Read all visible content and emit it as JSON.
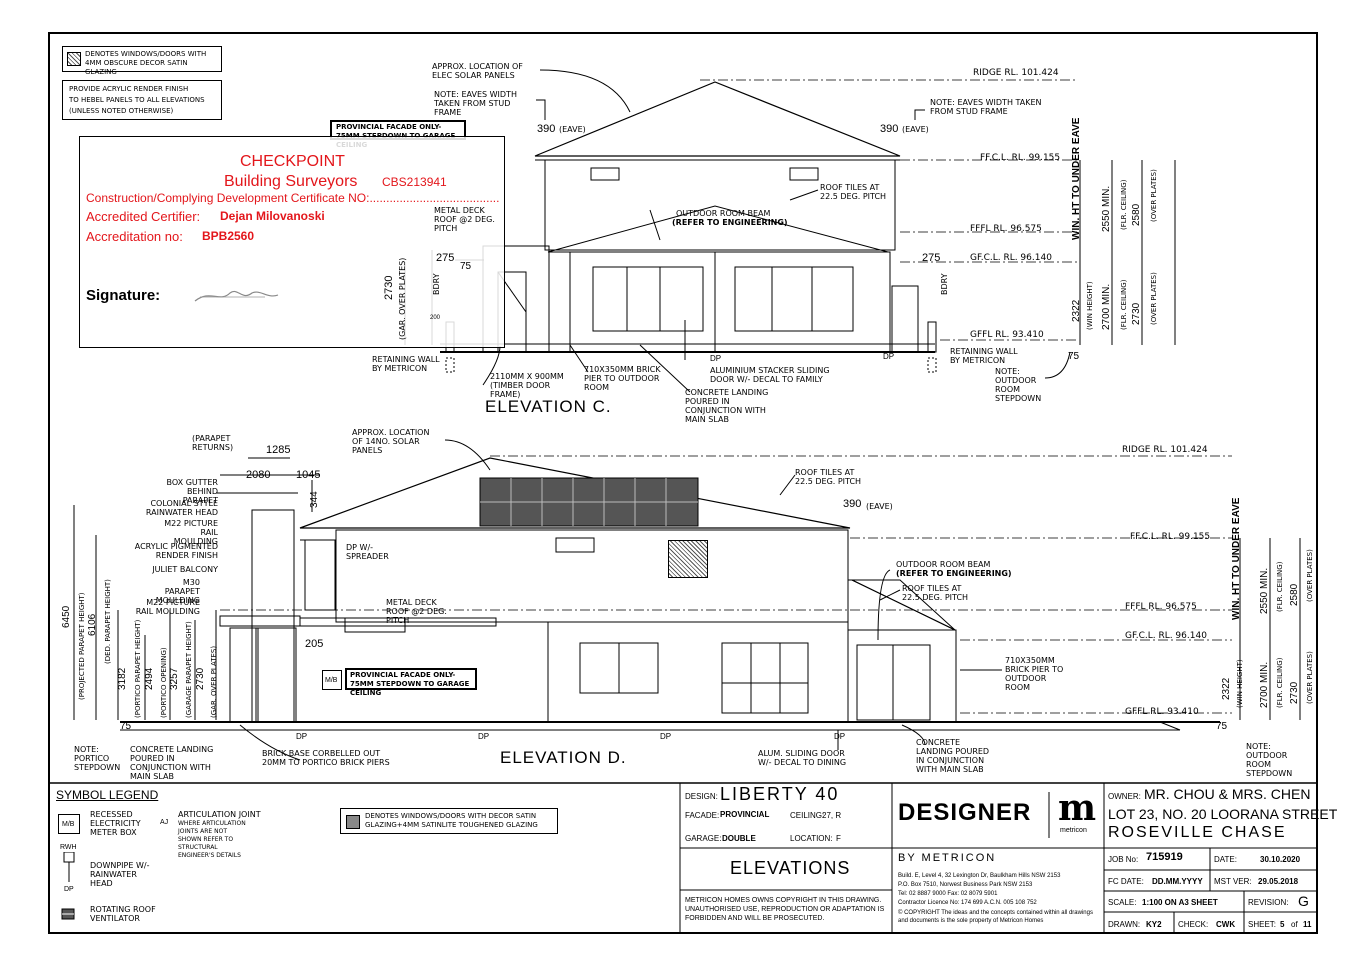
{
  "notes": {
    "obscure": "DENOTES WINDOWS/DOORS WITH 4MM OBSCURE DECOR SATIN GLAZING",
    "render_a": "PROVIDE ACRYLIC RENDER FINISH",
    "render_b": "TO HEBEL PANELS TO ALL ELEVATIONS",
    "render_c": "(UNLESS NOTED OTHERWISE)",
    "provincial": "PROVINCIAL FACADE ONLY-75MM STEPDOWN TO GARAGE CEILING"
  },
  "stamp": {
    "title1": "CHECKPOINT",
    "title2": "Building Surveyors",
    "code": "CBS213941",
    "cert": "Construction/Complying Development Certificate NO:.......................................",
    "certifier_label": "Accredited Certifier:",
    "certifier": "Dejan Milovanoski",
    "accno_label": "Accreditation no:",
    "accno": "BPB2560",
    "signature": "Signature:"
  },
  "elev_c": {
    "title": "ELEVATION C.",
    "solar": "APPROX. LOCATION OF ELEC SOLAR PANELS",
    "eaves_l": "NOTE: EAVES WIDTH TAKEN FROM STUD FRAME",
    "eaves_r": "NOTE: EAVES WIDTH TAKEN FROM STUD FRAME",
    "eave_l": "390",
    "eave_r": "390",
    "eave_txt": "(EAVE)",
    "ridge": "RIDGE RL. 101.424",
    "ffcl": "FF.C.L. RL. 99.155",
    "fffl": "FFFL RL. 96.575",
    "gfcl": "GF.C.L. RL. 96.140",
    "gffl": "GFFL RL. 93.410",
    "roof_tiles": "ROOF TILES AT 22.5 DEG. PITCH",
    "beam": "OUTDOOR ROOM BEAM",
    "beam2": "(REFER TO ENGINEERING)",
    "metal": "METAL DECK ROOF @2 DEG. PITCH",
    "d275l": "275",
    "d275r": "275",
    "d75": "75",
    "d2730": "2730",
    "d2730b": "(GAR. OVER PLATES)",
    "d200": "200",
    "bdry": "BDRY",
    "retain_l": "RETAINING WALL BY METRICON",
    "retain_r": "RETAINING WALL BY METRICON",
    "door": "2110MM X 900MM (TIMBER DOOR FRAME)",
    "pier": "710X350MM BRICK PIER TO OUTDOOR ROOM",
    "stacker": "ALUMINIUM STACKER SLIDING DOOR W/- DECAL TO FAMILY",
    "landing": "CONCRETE LANDING POURED IN CONJUNCTION WITH MAIN SLAB",
    "stepdown": "NOTE: OUTDOOR ROOM STEPDOWN",
    "dp": "DP",
    "win_ht": "WIN. HT TO UNDER EAVE",
    "d2550": "2550 MIN.",
    "d2550b": "(FLR. CEILING)",
    "d2580": "2580",
    "d2580b": "(OVER PLATES)",
    "d2322": "2322",
    "d2322b": "(WIN HEIGHT)",
    "d2700": "2700 MIN.",
    "d2700b": "(FLR. CEILING)",
    "d2730r": "2730",
    "d2730rb": "(OVER PLATES)",
    "d75b": "75"
  },
  "elev_d": {
    "title": "ELEVATION D.",
    "solar": "APPROX. LOCATION OF 14NO. SOLAR PANELS",
    "parapet": "(PARAPET RETURNS)",
    "d1285": "1285",
    "d2080": "2080",
    "d1045": "1045",
    "d344": "344",
    "box_gutter": "BOX GUTTER BEHIND PARAPET",
    "rainwater": "COLONIAL STYLE RAINWATER HEAD",
    "m22": "M22 PICTURE RAIL MOULDING",
    "acrylic": "ACRYLIC PIGMENTED RENDER FINISH",
    "juliet": "JULIET BALCONY",
    "m30": "M30 PARAPET MOULDING",
    "m22b": "M22 PICTURE RAIL MOULDING",
    "dp_spreader": "DP W/- SPREADER",
    "metal": "METAL DECK ROOF @2 DEG. PITCH",
    "roof_tiles": "ROOF TILES AT 22.5 DEG. PITCH",
    "eave": "390",
    "eave_txt": "(EAVE)",
    "ridge": "RIDGE RL. 101.424",
    "ffcl": "FF.C.L. RL. 99.155",
    "fffl": "FFFL RL. 96.575",
    "gfcl": "GF.C.L. RL. 96.140",
    "gffl": "GFFL RL. 93.410",
    "beam": "OUTDOOR ROOM BEAM",
    "beam2": "(REFER TO ENGINEERING)",
    "roof_tiles2": "ROOF TILES AT 22.5 DEG. PITCH",
    "pier": "710X350MM BRICK PIER TO OUTDOOR ROOM",
    "d205": "205",
    "provincial": "PROVINCIAL FACADE ONLY-75MM STEPDOWN TO GARAGE CEILING",
    "mb": "M/B",
    "d6450": "6450",
    "d6450b": "(PROJECTED PARAPET HEIGHT)",
    "d6106": "6106",
    "d6106b": "(DED. PARAPET HEIGHT)",
    "d3182": "3182",
    "d3182b": "(PORTICO PARAPET HEIGHT)",
    "d2494": "2494",
    "d2494b": "(PORTICO OPENING)",
    "d3257": "3257",
    "d3257b": "(GARAGE PARAPET HEIGHT)",
    "d2730": "2730",
    "d2730b": "(GAR. OVER PLATES)",
    "d75": "75",
    "portico": "NOTE: PORTICO STEPDOWN",
    "landing": "CONCRETE LANDING POURED IN CONJUNCTION WITH MAIN SLAB",
    "brick": "BRICK BASE CORBELLED OUT 20MM TO PORTICO BRICK PIERS",
    "sliding": "ALUM. SLIDING DOOR W/- DECAL TO DINING",
    "landing2": "CONCRETE LANDING POURED IN CONJUNCTION WITH MAIN SLAB",
    "stepdown": "NOTE: OUTDOOR ROOM STEPDOWN",
    "dp": "DP",
    "win_ht": "WIN. HT TO UNDER EAVE",
    "d2550": "2550 MIN.",
    "d2550b": "(FLR. CEILING)",
    "d2580": "2580",
    "d2580b": "(OVER PLATES)",
    "d2322": "2322",
    "d2322b": "(WIN HEIGHT)",
    "d2700": "2700 MIN.",
    "d2700b": "(FLR. CEILING)",
    "d2730r": "2730",
    "d2730rb": "(OVER PLATES)",
    "d75b": "75"
  },
  "legend": {
    "title": "SYMBOL LEGEND",
    "mb": "M/B",
    "recessed": "RECESSED ELECTRICITY METER BOX",
    "aj": "AJ",
    "artic": "ARTICULATION JOINT",
    "artic_note": "WHERE ARTICULATION JOINTS ARE NOT SHOWN REFER TO STRUCTURAL ENGINEER'S DETAILS",
    "rwh": "RWH",
    "dp": "DP",
    "downpipe": "DOWNPIPE W/- RAINWATER HEAD",
    "vent": "ROTATING ROOF VENTILATOR",
    "satin": "DENOTES WINDOWS/DOORS WITH DECOR SATIN GLAZING+4MM SATINLITE TOUGHENED GLAZING"
  },
  "title_block": {
    "design_label": "DESIGN:",
    "design": "LIBERTY 40",
    "facade_label": "FACADE:",
    "facade": "PROVINCIAL",
    "ceiling_label": "CEILING:",
    "ceiling": "27, R",
    "garage_label": "GARAGE:",
    "garage": "DOUBLE",
    "location_label": "LOCATION:",
    "location": "F",
    "sheet_title": "ELEVATIONS",
    "copyright": "METRICON HOMES OWNS COPYRIGHT IN THIS DRAWING. UNAUTHORISED USE, REPRODUCTION OR ADAPTATION IS FORBIDDEN AND WILL BE PROSECUTED.",
    "brand": "DESIGNER",
    "logo": "m",
    "logo_sub": "metricon",
    "by": "BY METRICON",
    "addr1": "Build. E, Level 4, 32 Lexington Dr, Baulkham Hills NSW 2153",
    "addr2": "P.O. Box 7510, Norwest Business Park NSW 2153",
    "addr3": "Tel: 02 8887 9000    Fax: 02 8079 5901",
    "addr4": "Contractor Licence No: 174 699 A.C.N. 005 108 752",
    "addr5": "© COPYRIGHT The ideas and the concepts contained within all drawings and documents is the sole property of Metricon Homes",
    "owner_label": "OWNER:",
    "owner": "MR. CHOU & MRS. CHEN",
    "lot": "LOT 23, NO. 20 LOORANA STREET",
    "suburb": "ROSEVILLE CHASE",
    "job_label": "JOB No:",
    "job": "715919",
    "date_label": "DATE:",
    "date": "30.10.2020",
    "fc_label": "FC DATE:",
    "fc": "DD.MM.YYYY",
    "mst_label": "MST VER:",
    "mst": "29.05.2018",
    "scale_label": "SCALE:",
    "scale": "1:100 ON A3 SHEET",
    "rev_label": "REVISION:",
    "rev": "G",
    "drawn_label": "DRAWN:",
    "drawn": "KY2",
    "check_label": "CHECK:",
    "check": "CWK",
    "sheet_label": "SHEET:",
    "sheet": "5",
    "of": "of",
    "total": "11"
  },
  "colors": {
    "stamp_red": "#e3161b",
    "line": "#000000"
  }
}
